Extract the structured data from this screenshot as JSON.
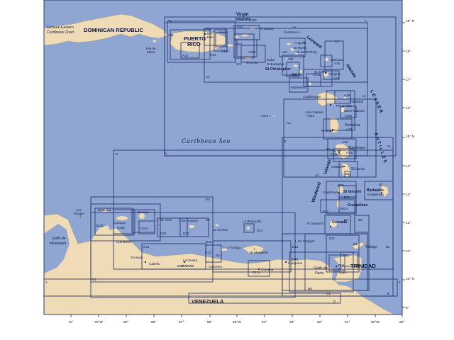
{
  "map": {
    "title_lines": [
      "General Eastern",
      "Caribbean Chart"
    ],
    "colors": {
      "sea": "#8fa6d2",
      "land": "#efdcb6",
      "frame": "#1d2a66",
      "text": "#0b1440"
    },
    "regions": {
      "dominican_republic": "DOMINICAN REPUBLIC",
      "puerto_rico": [
        "PUERTO",
        "RICO"
      ],
      "virgin_islands": [
        "Virgin",
        "Islands"
      ],
      "caribbean_sea": "Caribbean Sea",
      "venezuela": "VENEZUELA",
      "trinidad": "TRINIDAD",
      "leeward_islands": [
        "Leeward",
        "Islands"
      ],
      "windward_islands": [
        "Windward",
        "Islands"
      ],
      "lesser_antilles": [
        "LESSER",
        "ANTILLES"
      ],
      "gulf_venezuela": [
        "Golfo de",
        "Venezuela"
      ],
      "gulf_paria": [
        "Golfo de",
        "Paria"
      ]
    },
    "places": {
      "isla_de_mona": [
        "Isla de",
        "Mona"
      ],
      "san_juan": [
        "San",
        "Juan"
      ],
      "anegada": "Anegada",
      "sombrero": "Sombrero I.",
      "anguilla": "Anguilla",
      "st_martin": "St Martin",
      "st_barthelemy": "St Barthélémy",
      "barbuda": "Barbuda",
      "saba": "Saba",
      "st_eustatius": "St Eustatius",
      "st_christopher": "St Christopher",
      "nevis": "Nevis",
      "st_croix": "St Croix",
      "st_johns": "St Johns",
      "antigua": "Antigua",
      "montserrat": "Montserrat",
      "guadeloupe": "Guadeloupe",
      "desirade": "Désirade",
      "pointe_a_pitre": "Pte-à-Pitre",
      "marie_galante": "Marie-Galante",
      "iles_des_saintes": "I. des Saintes",
      "aves": "Aves I.",
      "dominica": "Dominica",
      "roseau": "Roseau",
      "martinique": "Martinique",
      "fort_de_france": [
        "Fort de",
        "France"
      ],
      "castries": "Castries",
      "st_lucia": "St Lucia",
      "kingstown": "Kingstown",
      "st_vincent": "St Vincent",
      "grenadines": "Grenadines",
      "barbados": "Barbados",
      "bridgetown": "Bridgetown",
      "st_georges": "St George's",
      "grenada": "Grenada",
      "tobago": "Tobago",
      "los_monjes": [
        "Los",
        "Monjes"
      ],
      "aruba": "Aruba",
      "curacao": "Curaçao",
      "bonaire": "Bonaire",
      "i_de_aves": "I. de Aves",
      "i_los_roques": "I. los Roques",
      "la_orchila": "La Orchila",
      "la_blanquilla": "La Blanquilla",
      "cumarebo": "Cumarebo",
      "tucacas": "Tucacas",
      "cabello": "Cabello",
      "la_guaira": "La Guaira",
      "caracas": "CARACAS",
      "i_la_tortuga": "I. La Tortuga",
      "i_de_margarita": [
        "I.",
        "de Margarita"
      ],
      "carenero": "Carenero",
      "cumana": "Cumana",
      "carupano": "Carupano",
      "i_los_testigos": "I. los Testigos",
      "port_of_spain": [
        "Port",
        "of",
        "Spain"
      ]
    },
    "chart_panels": [
      "A",
      "A1",
      "A11",
      "A12",
      "A13",
      "A14",
      "A131",
      "A141",
      "A2",
      "A22",
      "A23",
      "A231",
      "A232",
      "A234",
      "A24",
      "A25",
      "A251",
      "A26",
      "A27",
      "A271",
      "A28",
      "A281",
      "A29",
      "A3",
      "A30",
      "A301",
      "A4",
      "A5",
      "B",
      "B1",
      "B2",
      "B3",
      "B30",
      "B31",
      "B311",
      "B32",
      "B4",
      "B5",
      "B6",
      "D",
      "D1",
      "D10",
      "D11",
      "D12",
      "D13",
      "D131",
      "D14",
      "D15",
      "D2",
      "D21",
      "D22",
      "D23",
      "D231",
      "D232",
      "1"
    ],
    "latitude_labels": [
      "19°\nN",
      "18°",
      "17°",
      "16°",
      "15°\nN",
      "14°",
      "13°",
      "12°",
      "11°",
      "10°\nN",
      "9°"
    ],
    "longitude_labels": [
      "71°",
      "70°W",
      "69°",
      "68°",
      "67°",
      "66°",
      "65°W",
      "64°",
      "63°",
      "62°",
      "61°",
      "60°W",
      "59°"
    ]
  }
}
